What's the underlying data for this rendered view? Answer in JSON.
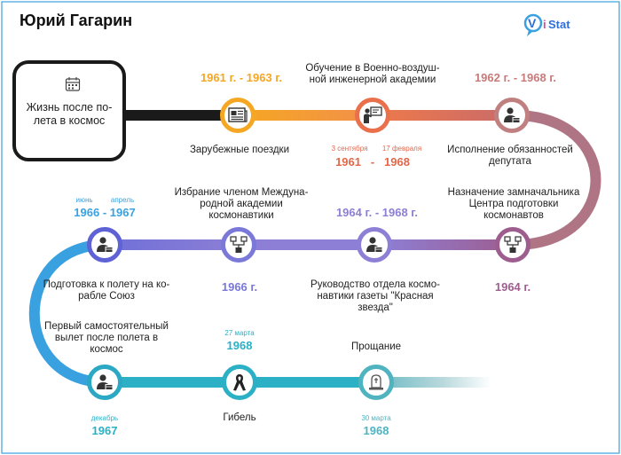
{
  "title": "Юрий Гагарин",
  "logo": {
    "part1": "V",
    "part2": "i",
    "part3": "Stat"
  },
  "start": {
    "label_line1": "Жизнь после по-",
    "label_line2": "лета в космос"
  },
  "events": {
    "foreign_trips": {
      "label": "Зарубежные поездки",
      "years": "1961 г. - 1963 г."
    },
    "academy": {
      "label_line1": "Обучение в Военно-воздуш-",
      "label_line2": "ной инженерной академии",
      "from_day": "3 сентября",
      "to_day": "17 февраля",
      "years": "1961   -   1968"
    },
    "deputy": {
      "label_line1": "Исполнение обязанностей",
      "label_line2": "депутата",
      "years": "1962 г. - 1968 г."
    },
    "chief_deputy": {
      "label_line1": "Назначение замначальника",
      "label_line2": "Центра подготовки",
      "label_line3": "космонавтов",
      "years": "1964 г."
    },
    "newspaper": {
      "label_line1": "Руководство отдела космо-",
      "label_line2": "навтики газеты \"Красная",
      "label_line3": "звезда\"",
      "years": "1964 г. - 1968 г."
    },
    "academy_member": {
      "label_line1": "Избрание членом Междуна-",
      "label_line2": "родной академии",
      "label_line3": "космонавтики",
      "years": "1966 г."
    },
    "soyuz": {
      "label_line1": "Подготовка к полету на ко-",
      "label_line2": "рабле Союз",
      "from_month": "июнь",
      "to_month": "апрель",
      "years": "1966 - 1967"
    },
    "solo_flight": {
      "label_line1": "Первый самостоятельный",
      "label_line2": "вылет после полета в",
      "label_line3": "космос",
      "month": "декабрь",
      "year": "1967"
    },
    "death": {
      "label": "Гибель",
      "day": "27 марта",
      "year": "1968"
    },
    "farewell": {
      "label": "Прощание",
      "day": "30 марта",
      "year": "1968"
    }
  },
  "colors": {
    "black": "#1a1a1a",
    "orange_yellow": "#f5a623",
    "orange": "#f27a45",
    "red": "#e3674a",
    "dusty_pink": "#c08080",
    "mauve": "#9e5d8f",
    "lavender": "#8d7fd6",
    "indigo": "#5e62d4",
    "blue": "#3aa1e0",
    "teal": "#2bb0c5",
    "grey": "#8c8c8c",
    "border": "#3aa1e0"
  },
  "icons": [
    "calendar-icon",
    "newspaper-icon",
    "teacher-icon",
    "person-briefcase-icon",
    "flowchart-icon",
    "mourning-ribbon-icon",
    "tombstone-icon"
  ]
}
